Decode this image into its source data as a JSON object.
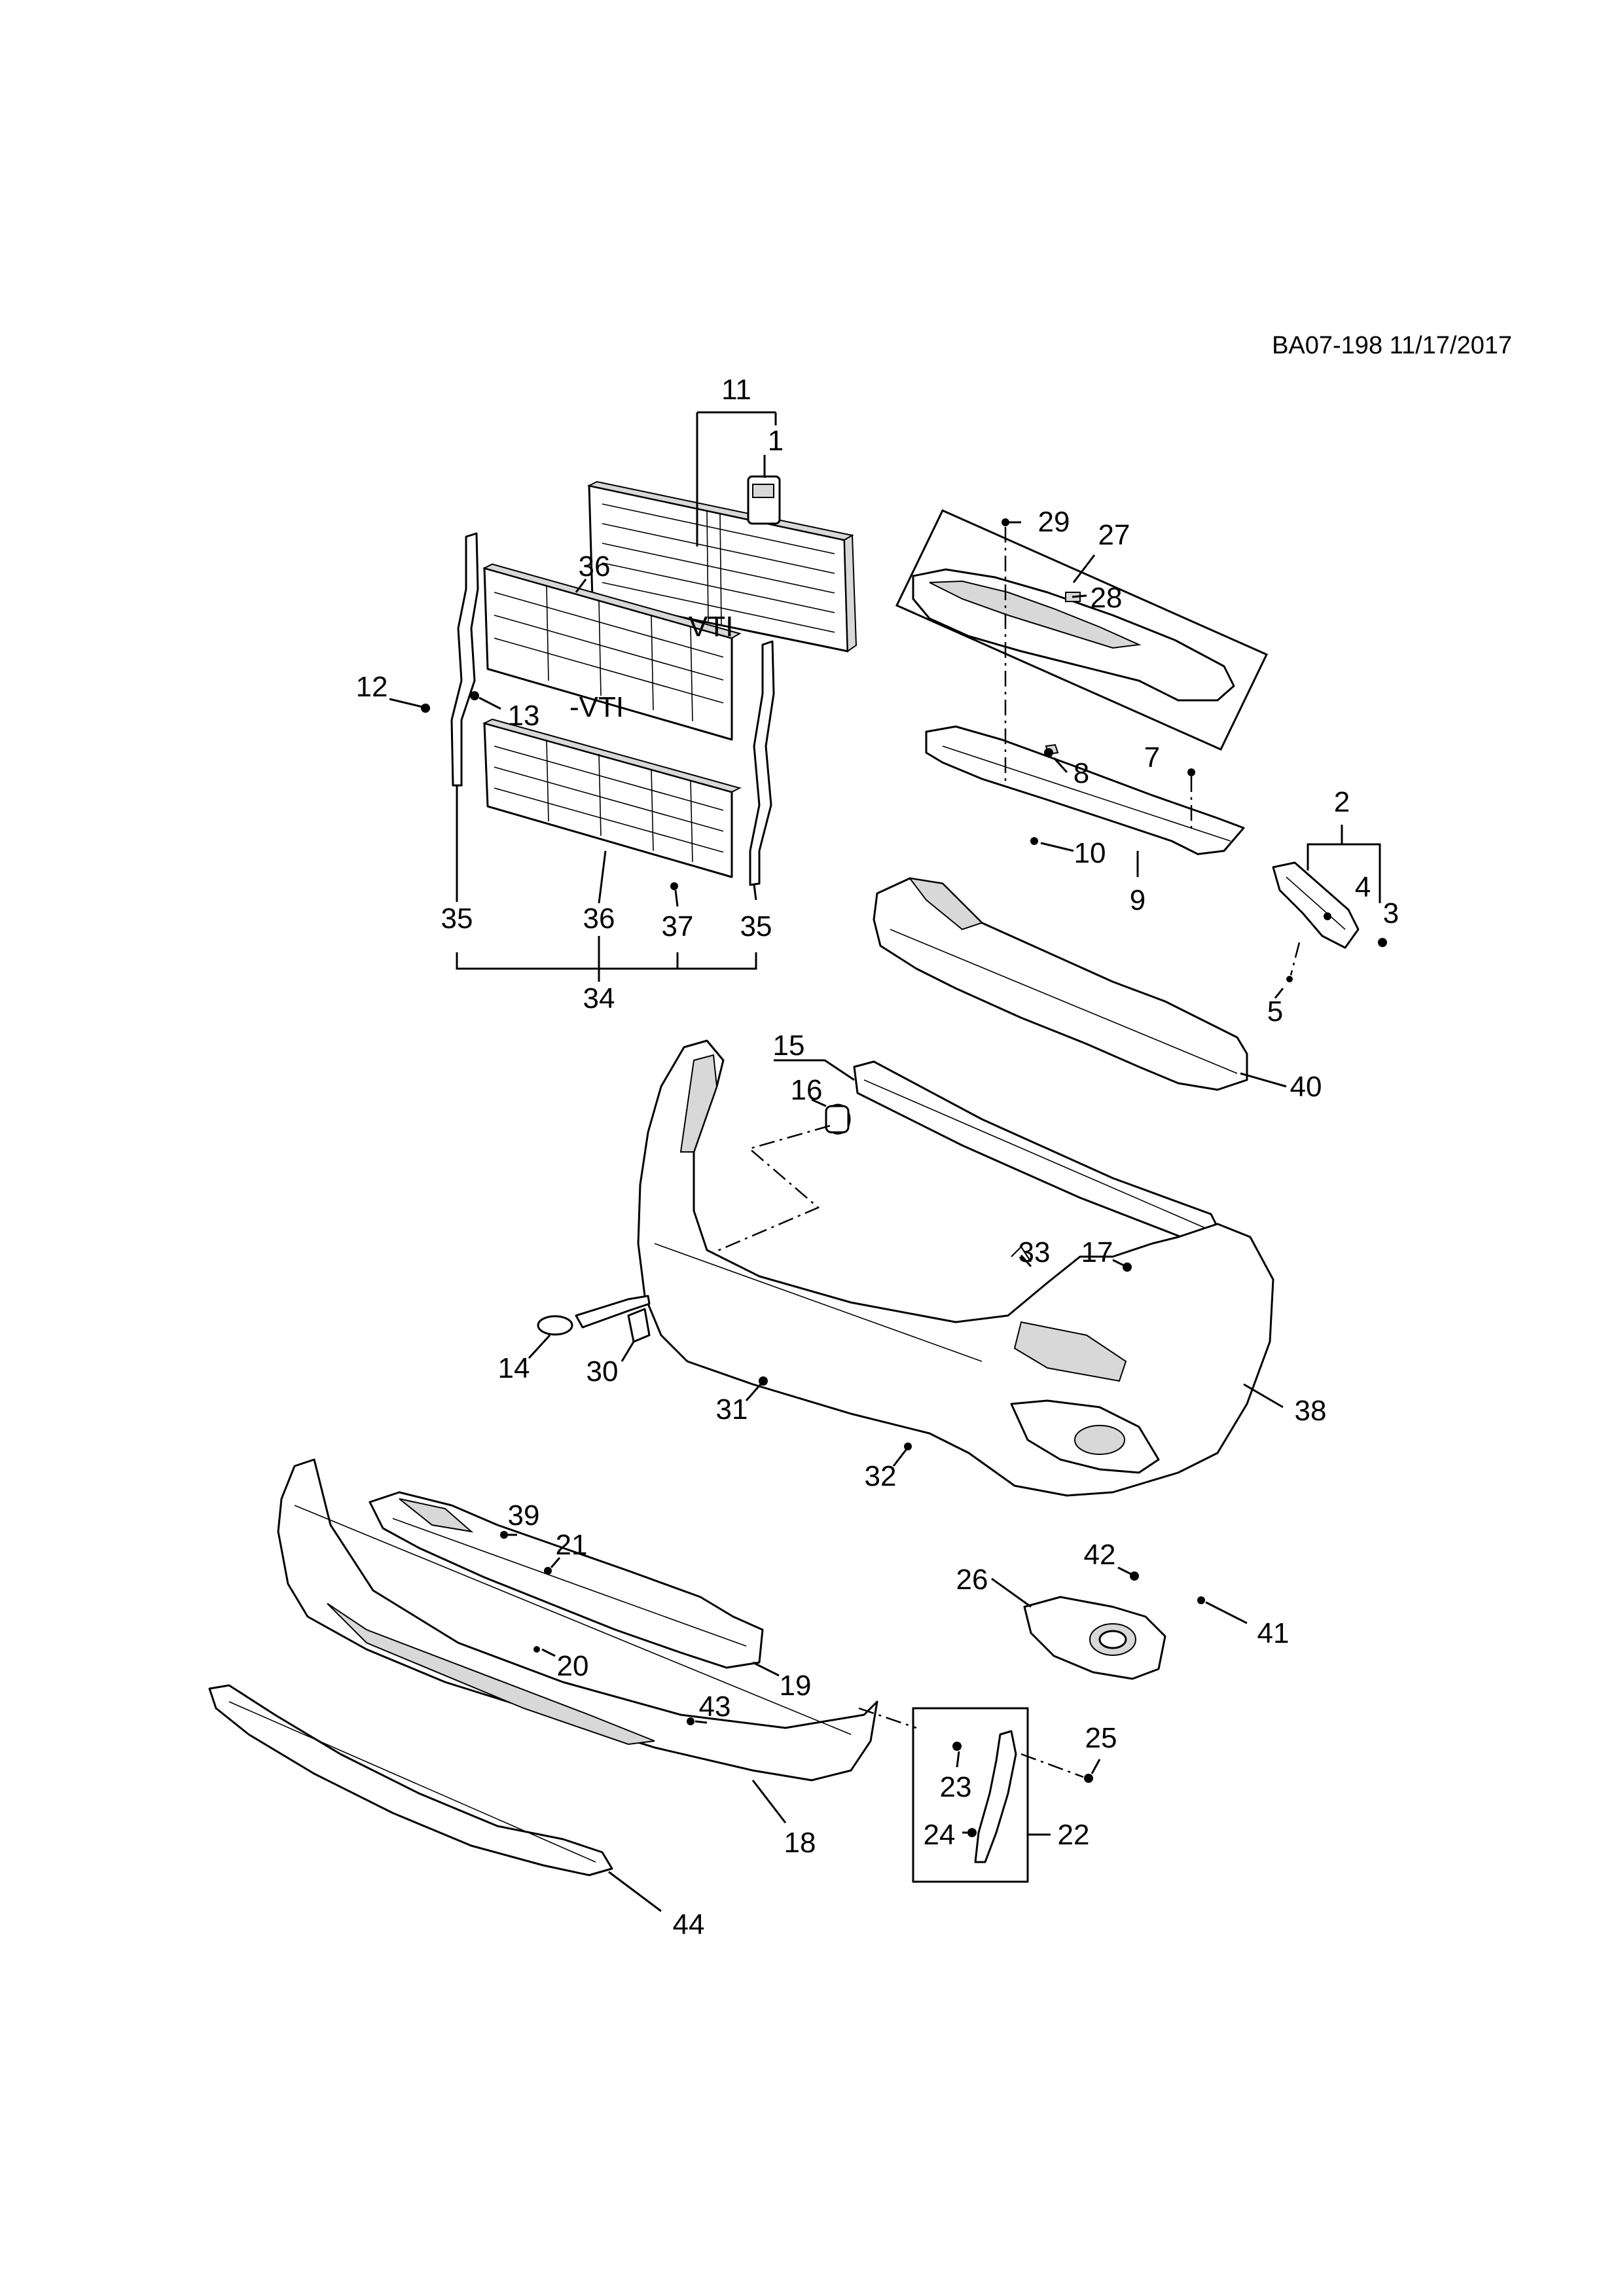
{
  "header": {
    "reference": "BA07-198 11/17/2017"
  },
  "variant_labels": {
    "with_vti": "VTI",
    "without_vti": "-VTI"
  },
  "callouts": {
    "c1": "1",
    "c2": "2",
    "c3": "3",
    "c4": "4",
    "c5": "5",
    "c7": "7",
    "c8": "8",
    "c9": "9",
    "c10": "10",
    "c11": "11",
    "c12": "12",
    "c13": "13",
    "c14": "14",
    "c15": "15",
    "c16": "16",
    "c17": "17",
    "c18": "18",
    "c19": "19",
    "c20": "20",
    "c21": "21",
    "c22": "22",
    "c23": "23",
    "c24": "24",
    "c25": "25",
    "c26": "26",
    "c27": "27",
    "c28": "28",
    "c29": "29",
    "c30": "30",
    "c31": "31",
    "c32": "32",
    "c33": "33",
    "c34": "34",
    "c35a": "35",
    "c35b": "35",
    "c36a": "36",
    "c36b": "36",
    "c37": "37",
    "c38": "38",
    "c39": "39",
    "c40": "40",
    "c41": "41",
    "c42": "42",
    "c43": "43",
    "c44": "44"
  }
}
